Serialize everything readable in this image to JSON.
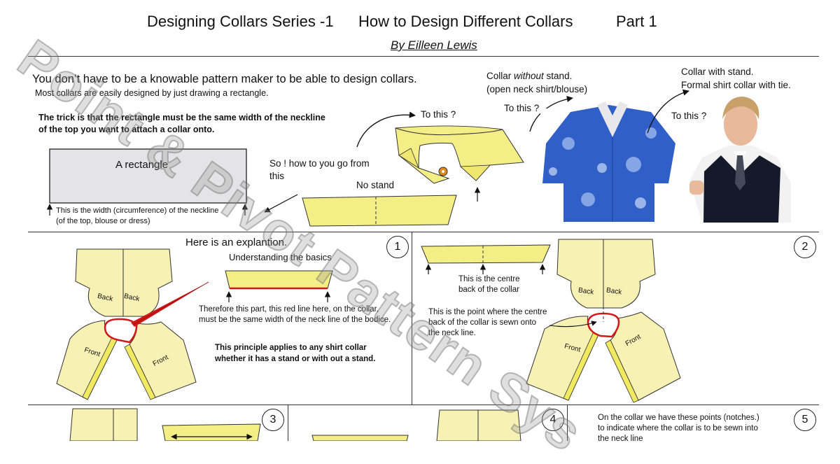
{
  "header": {
    "title_series": "Designing Collars Series -1",
    "title_main": "How to Design Different Collars",
    "title_part": "Part 1",
    "byline": "By Eilleen Lewis"
  },
  "intro": {
    "line1": "You don’t have to be a knowable pattern maker to be able to design collars.",
    "line2": "Most collars are easily designed  by just drawing a rectangle.",
    "trick1": "The trick is that the rectangle must be the same width of the neckline",
    "trick2": "of the top you want to attach a collar onto.",
    "rect_label": "A rectangle",
    "width_note1": "This is the width (circumference) of the neckline",
    "width_note2": "(of the top, blouse or dress)",
    "so_how1": "So ! how to you go from",
    "so_how2": "this",
    "no_stand": "No stand",
    "to_this_1": "To this ?",
    "without_stand_1": "Collar ",
    "without_stand_em": "without",
    "without_stand_2": " stand.",
    "without_stand_sub": "(open neck shirt/blouse)",
    "to_this_2": "To this ?",
    "with_stand_1": "Collar with stand.",
    "with_stand_2": "Formal shirt collar with tie.",
    "to_this_3": "To this ?"
  },
  "panel1": {
    "number": "1",
    "heading": "Here is an explantion.",
    "basics": "Understanding the basics",
    "back_l": "Back",
    "back_r": "Back",
    "front_l": "Front",
    "front_r": "Front",
    "therefore1": "Therefore this part, this red line here, on the collar,",
    "therefore2": "must be the same width of the neck line of the bodice.",
    "principle1": "This principle applies to any shirt collar",
    "principle2": "whether it has a stand or with out a stand."
  },
  "panel2": {
    "number": "2",
    "centre1": "This is the centre",
    "centre2": "back of the collar",
    "point1": "This is the point where the centre",
    "point2": "back of the collar is sewn onto",
    "point3": "the neck line.",
    "back_l": "Back",
    "back_r": "Back",
    "front_l": "Front",
    "front_r": "Front"
  },
  "panel3": {
    "number": "3"
  },
  "panel4": {
    "number": "4"
  },
  "panel5": {
    "number": "5",
    "text1": "On the collar we have these points (notches.)",
    "text2": "to indicate where the collar is to be sewn into",
    "text3": "the neck line"
  },
  "watermark": "Point & Pivot Pattern Sys",
  "colors": {
    "pattern_fill": "#f7f1b4",
    "collar_fill": "#f4ee86",
    "red_line": "#d01818",
    "rect_fill": "#e4e4e6",
    "shirt_blue": "#2f5fc7"
  }
}
